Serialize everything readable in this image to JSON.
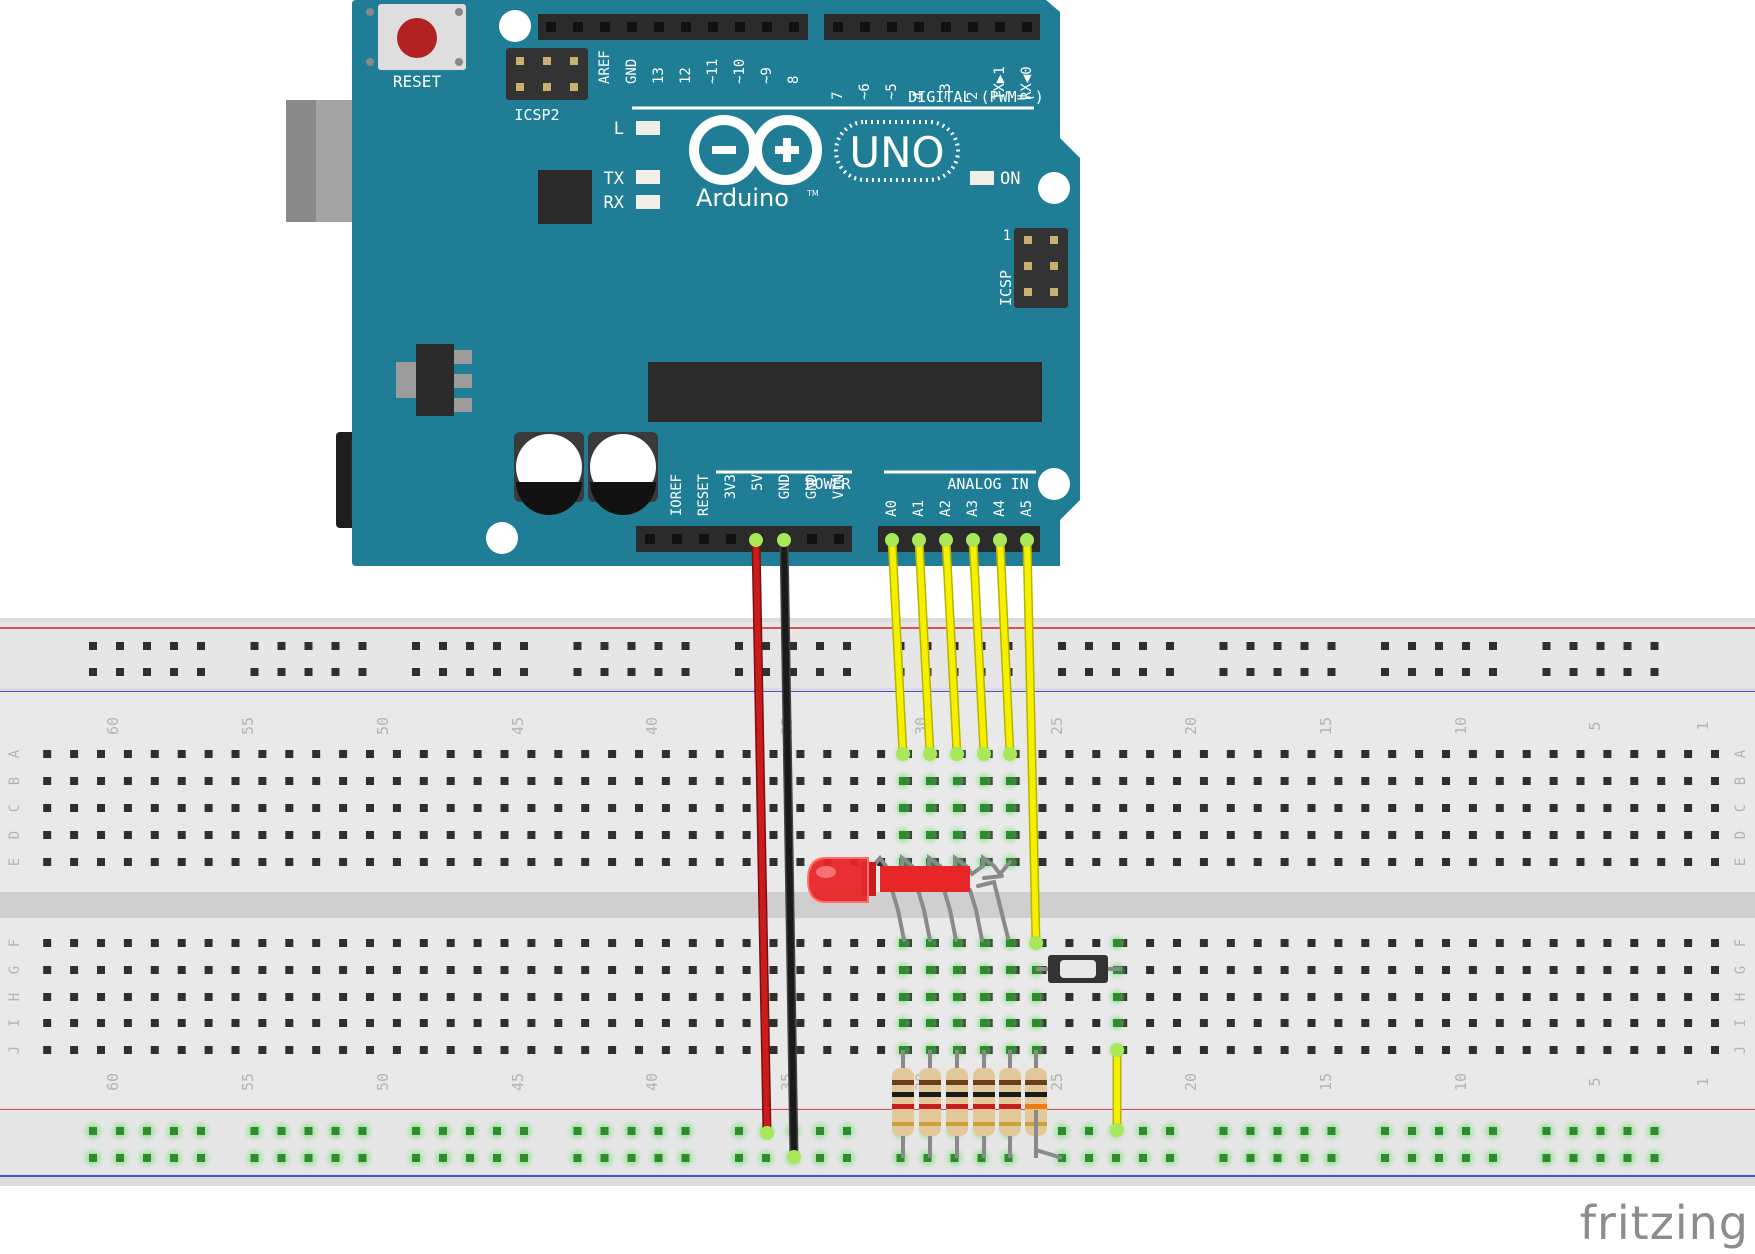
{
  "board": {
    "reset_label": "RESET",
    "icsp2_label": "ICSP2",
    "icsp_label": "ICSP",
    "icsp_pin1": "1",
    "led_l": "L",
    "led_tx": "TX",
    "led_rx": "RX",
    "on_label": "ON",
    "brand": "Arduino",
    "tm": "TM",
    "model": "UNO",
    "digital_label": "DIGITAL (PWM=~)",
    "power_label": "POWER",
    "analog_label": "ANALOG IN",
    "digital_pins_left": [
      "AREF",
      "GND",
      "13",
      "12",
      "~11",
      "~10",
      "~9",
      "8"
    ],
    "digital_pins_right": [
      "7",
      "~6",
      "~5",
      "4",
      "~3",
      "2",
      "TX▶1",
      "RX◀0"
    ],
    "power_pins": [
      "IOREF",
      "RESET",
      "3V3",
      "5V",
      "GND",
      "GND",
      "VIN"
    ],
    "analog_pins": [
      "A0",
      "A1",
      "A2",
      "A3",
      "A4",
      "A5"
    ]
  },
  "breadboard": {
    "column_numbers": [
      "60",
      "55",
      "50",
      "45",
      "40",
      "35",
      "30",
      "25",
      "20",
      "15",
      "10",
      "5",
      "1"
    ],
    "row_letters_top": [
      "A",
      "B",
      "C",
      "D",
      "E"
    ],
    "row_letters_bottom": [
      "F",
      "G",
      "H",
      "I",
      "J"
    ]
  },
  "colors": {
    "board": "#1f7d96",
    "wire_5v": "#cc1b1b",
    "wire_gnd": "#1a1a1a",
    "wire_signal": "#f4f000",
    "led": "#e8262a",
    "rail_red": "#d42020",
    "rail_blue": "#2020d4"
  },
  "watermark": "fritzing"
}
